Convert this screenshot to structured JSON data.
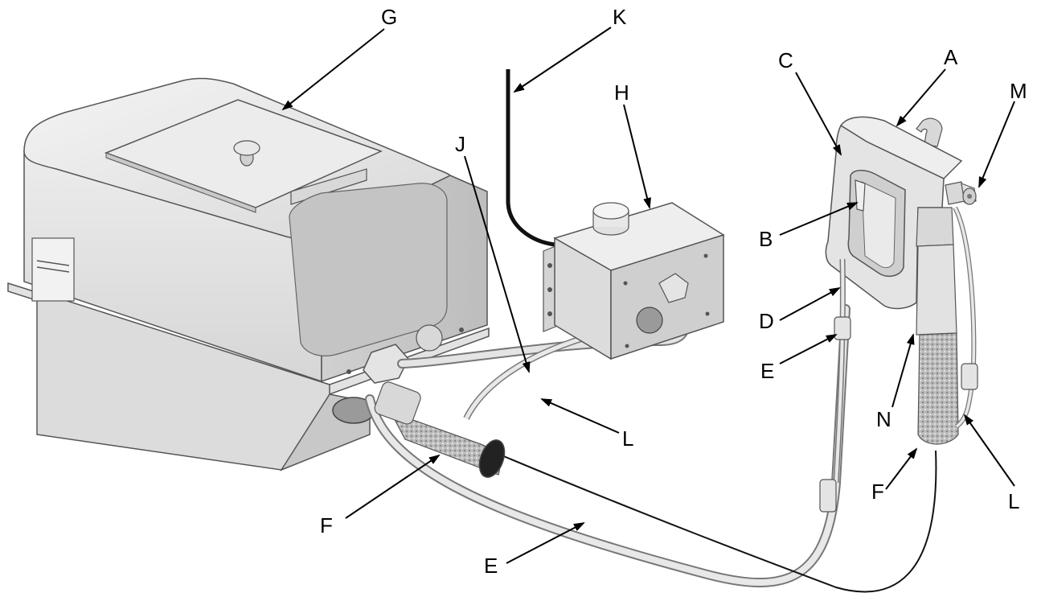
{
  "callouts": [
    {
      "id": "G",
      "text": "G"
    },
    {
      "id": "K",
      "text": "K"
    },
    {
      "id": "H",
      "text": "H"
    },
    {
      "id": "J",
      "text": "J"
    },
    {
      "id": "C",
      "text": "C"
    },
    {
      "id": "A",
      "text": "A"
    },
    {
      "id": "M",
      "text": "M"
    },
    {
      "id": "B",
      "text": "B"
    },
    {
      "id": "D",
      "text": "D"
    },
    {
      "id": "E1",
      "text": "E"
    },
    {
      "id": "N",
      "text": "N"
    },
    {
      "id": "L1",
      "text": "L"
    },
    {
      "id": "F1",
      "text": "F"
    },
    {
      "id": "F2",
      "text": "F"
    },
    {
      "id": "L2",
      "text": "L"
    },
    {
      "id": "E2",
      "text": "E"
    }
  ]
}
